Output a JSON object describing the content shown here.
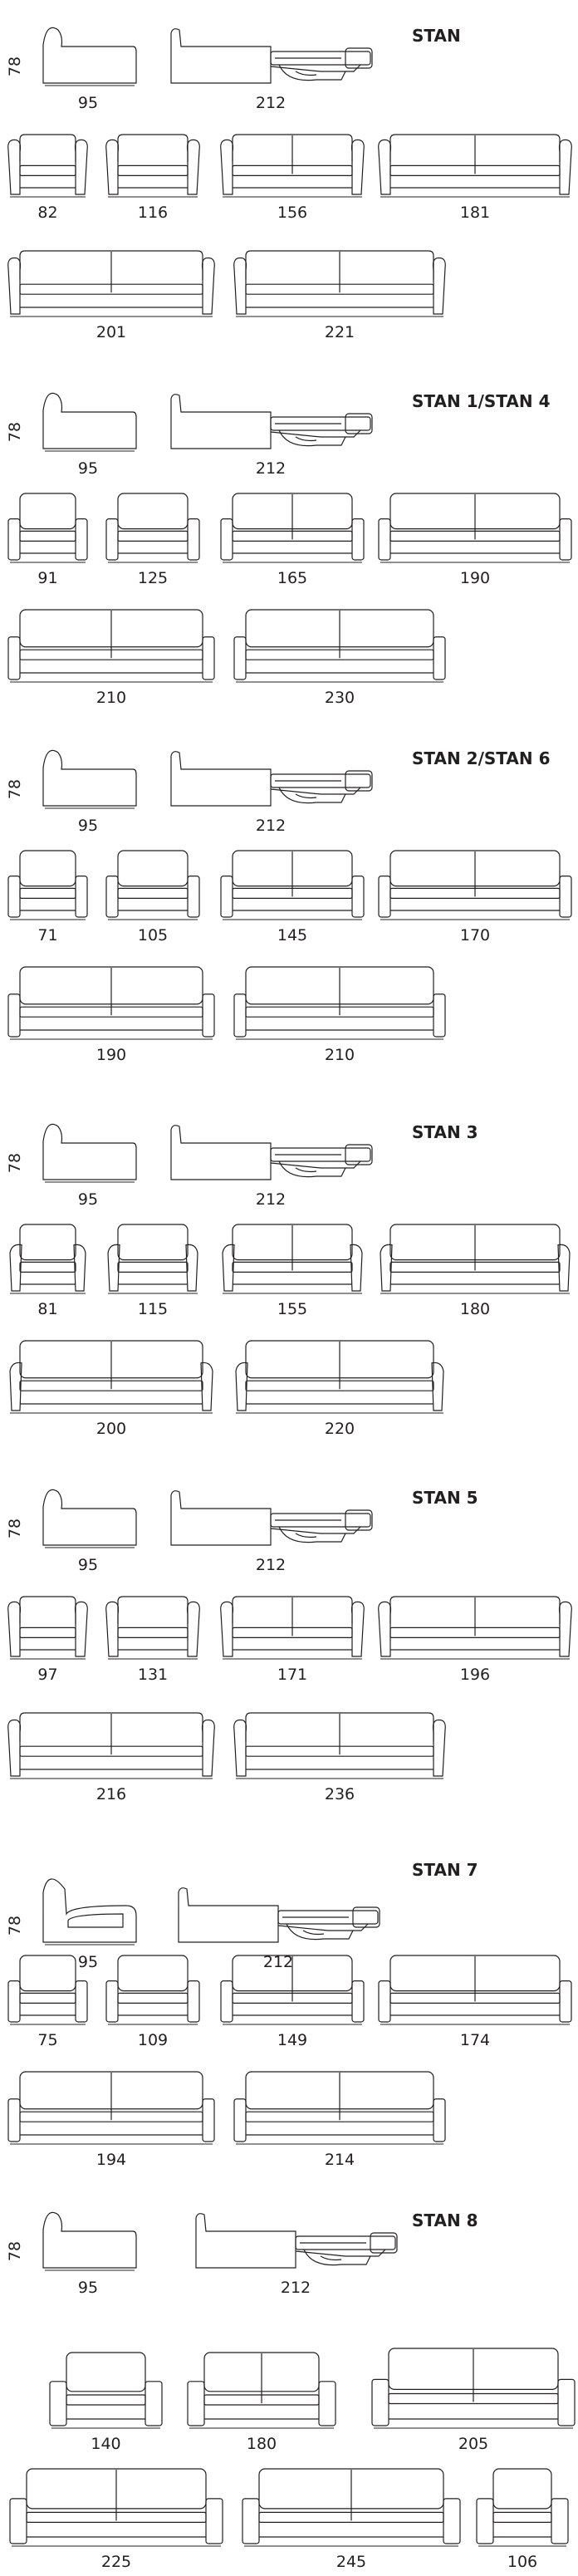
{
  "sections": [
    {
      "title": "STAN",
      "height_label": "78",
      "side_label": "95",
      "bed_label": "212",
      "sofas": [
        "82",
        "116",
        "156",
        "181",
        "201",
        "221"
      ]
    },
    {
      "title": "STAN 1/STAN 4",
      "height_label": "78",
      "side_label": "95",
      "bed_label": "212",
      "sofas": [
        "91",
        "125",
        "165",
        "190",
        "210",
        "230"
      ]
    },
    {
      "title": "STAN 2/STAN 6",
      "height_label": "78",
      "side_label": "95",
      "bed_label": "212",
      "sofas": [
        "71",
        "105",
        "145",
        "170",
        "190",
        "210"
      ]
    },
    {
      "title": "STAN 3",
      "height_label": "78",
      "side_label": "95",
      "bed_label": "212",
      "sofas": [
        "81",
        "115",
        "155",
        "180",
        "200",
        "220"
      ]
    },
    {
      "title": "STAN 5",
      "height_label": "78",
      "side_label": "95",
      "bed_label": "212",
      "sofas": [
        "97",
        "131",
        "171",
        "196",
        "216",
        "236"
      ]
    },
    {
      "title": "STAN 7",
      "height_label": "78",
      "side_label": "95",
      "bed_label": "212",
      "sofas": [
        "75",
        "109",
        "149",
        "174",
        "194",
        "214"
      ]
    },
    {
      "title": "STAN 8",
      "height_label": "78",
      "side_label": "95",
      "bed_label": "212",
      "sofas": [
        "140",
        "180",
        "205",
        "225",
        "245",
        "106"
      ]
    }
  ]
}
